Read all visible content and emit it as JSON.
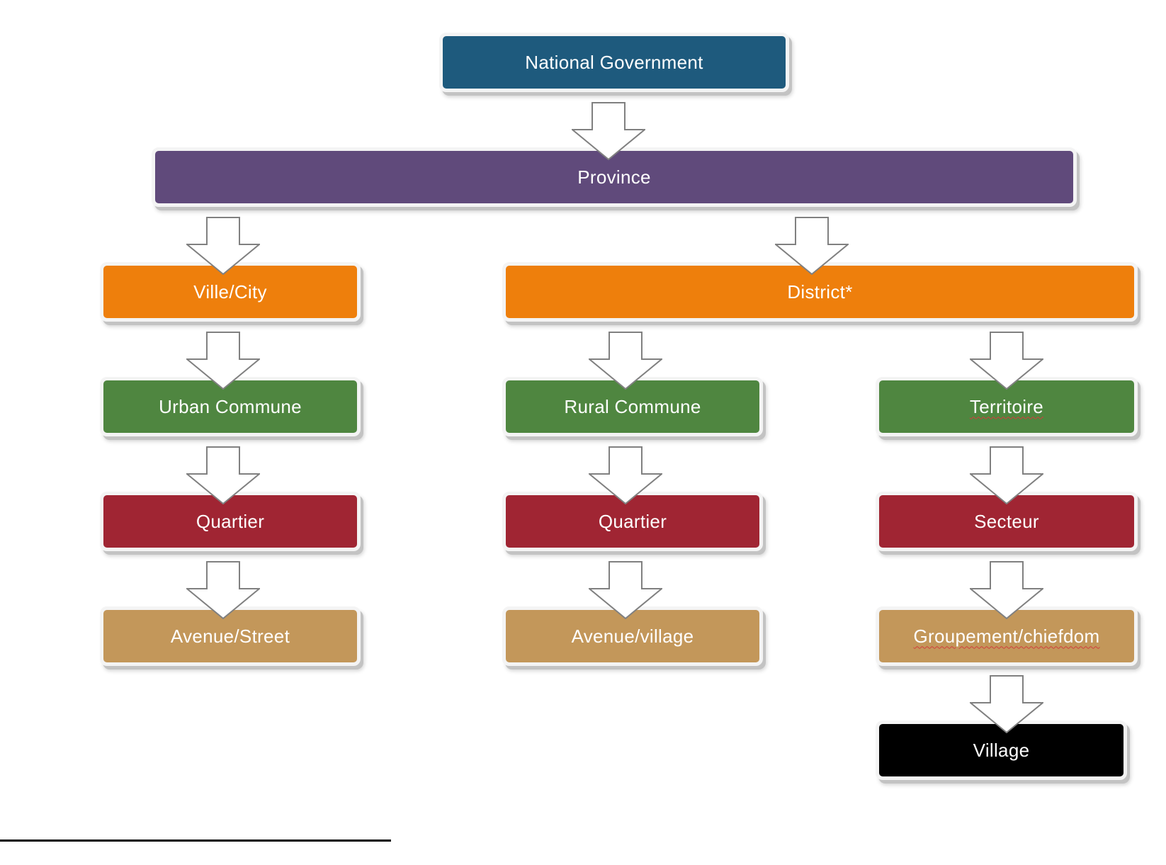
{
  "diagram": {
    "nodes": {
      "national": {
        "label": "National Government",
        "color": "#1e5a7d"
      },
      "province": {
        "label": "Province",
        "color": "#604a7b"
      },
      "ville": {
        "label": "Ville/City",
        "color": "#ee7f0c"
      },
      "district": {
        "label": "District*",
        "color": "#ee7f0c"
      },
      "urban_commune": {
        "label": "Urban Commune",
        "color": "#4f8640"
      },
      "rural_commune": {
        "label": "Rural Commune",
        "color": "#4f8640"
      },
      "territoire": {
        "label": "Territoire",
        "color": "#4f8640"
      },
      "quartier_urban": {
        "label": "Quartier",
        "color": "#a02533"
      },
      "quartier_rural": {
        "label": "Quartier",
        "color": "#a02533"
      },
      "secteur": {
        "label": "Secteur",
        "color": "#a02533"
      },
      "avenue_street": {
        "label": "Avenue/Street",
        "color": "#c3975a"
      },
      "avenue_village": {
        "label": "Avenue/village",
        "color": "#c3975a"
      },
      "groupement": {
        "label": "Groupement/chiefdom",
        "color": "#c3975a"
      },
      "village": {
        "label": "Village",
        "color": "#000000"
      }
    },
    "edges": [
      [
        "national",
        "province"
      ],
      [
        "province",
        "ville"
      ],
      [
        "province",
        "district"
      ],
      [
        "ville",
        "urban_commune"
      ],
      [
        "urban_commune",
        "quartier_urban"
      ],
      [
        "quartier_urban",
        "avenue_street"
      ],
      [
        "district",
        "rural_commune"
      ],
      [
        "district",
        "territoire"
      ],
      [
        "rural_commune",
        "quartier_rural"
      ],
      [
        "quartier_rural",
        "avenue_village"
      ],
      [
        "territoire",
        "secteur"
      ],
      [
        "secteur",
        "groupement"
      ],
      [
        "groupement",
        "village"
      ]
    ],
    "arrow_style": {
      "fill": "#ffffff",
      "stroke": "#808080"
    }
  }
}
